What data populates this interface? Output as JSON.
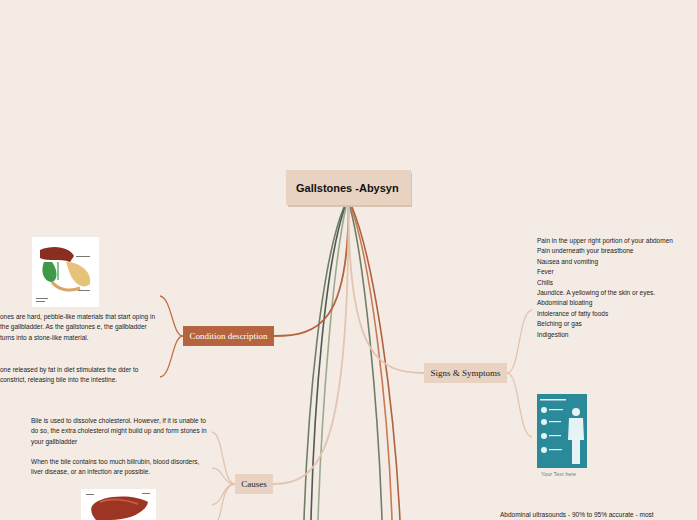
{
  "diagram": {
    "nodes": [
      {
        "text": [
          "Gallstones -Abysyn"
        ]
      },
      {
        "text": [
          "Condition description"
        ]
      },
      {
        "text": [
          "Signs & Symptoms"
        ]
      },
      {
        "text": [
          "Causes"
        ]
      }
    ],
    "edges": [
      {
        "from": 0,
        "to": 1,
        "arrow": "none"
      },
      {
        "from": 0,
        "to": 2,
        "arrow": "none"
      },
      {
        "from": 0,
        "to": 3,
        "arrow": "none"
      }
    ],
    "labels": [
      "ones are hard, pebble-like materials that start oping in the gallbladder. As the gallstones e, the gallbladder turns into a stone-like material.",
      "one released by fat in diet stimulates the dder to constrict, releasing bile into the intestine.",
      "Pain in the upper right portion of your abdomen",
      "Pain underneath your breastbone",
      "Nausea and vomiting",
      "Fever",
      "Chills",
      "Jaundice. A yellowing of the skin or eyes.",
      "Abdominal bloating",
      "Intolerance of fatty foods",
      "Belching or gas",
      "Indigestion",
      "Your Text here",
      "Bile is used to dissolve cholesterol. However, if it is unable to do so, the extra cholesterol might build up and form stones in your gallbladder",
      "When the bile contains too much bilirubin, blood disorders, liver disease, or an infection are possible.",
      "Abdominal ultrasounds - 90% to 95% accurate - most"
    ]
  }
}
